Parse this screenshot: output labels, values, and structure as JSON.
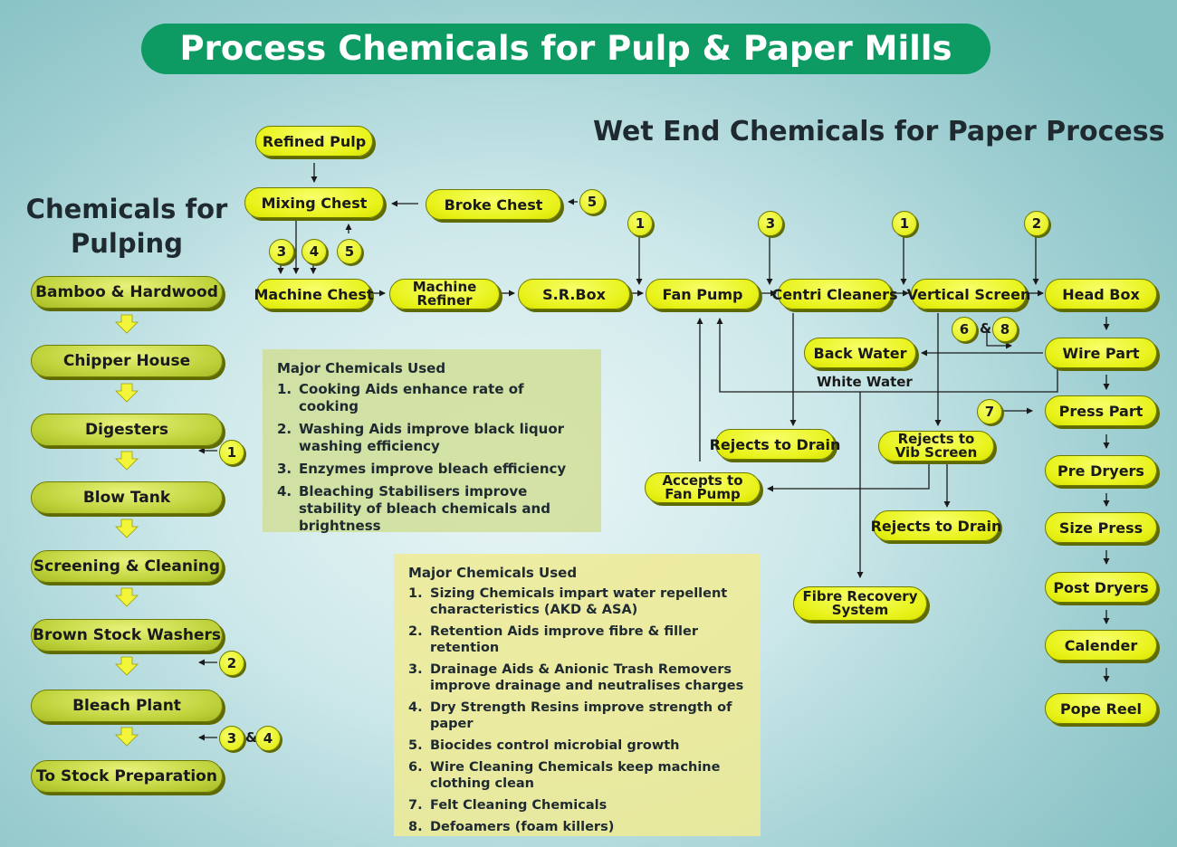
{
  "title": "Process Chemicals for Pulp & Paper Mills",
  "wet_end_heading": "Wet End Chemicals for Paper Process",
  "pulping_heading_line1": "Chemicals for",
  "pulping_heading_line2": "Pulping",
  "pulping_steps": [
    "Bamboo & Hardwood",
    "Chipper House",
    "Digesters",
    "Blow Tank",
    "Screening & Cleaning",
    "Brown Stock Washers",
    "Bleach Plant",
    "To Stock Preparation"
  ],
  "nodes": {
    "refined_pulp": "Refined Pulp",
    "mixing_chest": "Mixing Chest",
    "broke_chest": "Broke Chest",
    "machine_chest": "Machine Chest",
    "machine_refiner_line1": "Machine",
    "machine_refiner_line2": "Refiner",
    "sr_box": "S.R.Box",
    "fan_pump": "Fan Pump",
    "centri_cleaners": "Centri Cleaners",
    "vertical_screen": "Vertical Screen",
    "head_box": "Head Box",
    "back_water": "Back Water",
    "white_water": "White Water",
    "wire_part": "Wire Part",
    "press_part": "Press Part",
    "pre_dryers": "Pre Dryers",
    "size_press": "Size Press",
    "post_dryers": "Post Dryers",
    "calender": "Calender",
    "pope_reel": "Pope Reel",
    "rejects_to_drain_1": "Rejects to Drain",
    "rejects_vib_line1": "Rejects to",
    "rejects_vib_line2": "Vib Screen",
    "rejects_to_drain_2": "Rejects to Drain",
    "accepts_line1": "Accepts to",
    "accepts_line2": "Fan Pump",
    "fibre_line1": "Fibre Recovery",
    "fibre_line2": "System"
  },
  "badges": {
    "b_broke": "5",
    "b_mc3": "3",
    "b_mc4": "4",
    "b_mc5": "5",
    "b_fan": "1",
    "b_centri": "3",
    "b_vert": "1",
    "b_head": "2",
    "b_wire6": "6",
    "b_wire8": "8",
    "b_press7": "7",
    "b_dig": "1",
    "b_bsw": "2",
    "b_bleach3": "3",
    "b_bleach4": "4"
  },
  "amp": "&",
  "panel_pulping": {
    "heading": "Major Chemicals Used",
    "items": [
      {
        "n": "1.",
        "t": "Cooking Aids enhance rate of cooking"
      },
      {
        "n": "2.",
        "t": "Washing Aids improve black liquor washing efficiency"
      },
      {
        "n": "3.",
        "t": "Enzymes improve bleach efficiency"
      },
      {
        "n": "4.",
        "t": "Bleaching Stabilisers improve stability of bleach chemicals and brightness"
      }
    ]
  },
  "panel_wet_end": {
    "heading": "Major Chemicals Used",
    "items": [
      {
        "n": "1.",
        "t": "Sizing Chemicals impart water repellent characteristics (AKD & ASA)"
      },
      {
        "n": "2.",
        "t": "Retention Aids improve fibre & filler retention"
      },
      {
        "n": "3.",
        "t": "Drainage Aids & Anionic Trash Removers improve drainage and neutralises charges"
      },
      {
        "n": "4.",
        "t": "Dry Strength Resins improve strength of paper"
      },
      {
        "n": "5.",
        "t": "Biocides control microbial growth"
      },
      {
        "n": "6.",
        "t": "Wire Cleaning Chemicals keep machine clothing clean"
      },
      {
        "n": "7.",
        "t": "Felt Cleaning Chemicals"
      },
      {
        "n": "8.",
        "t": "Defoamers (foam killers)"
      }
    ]
  }
}
